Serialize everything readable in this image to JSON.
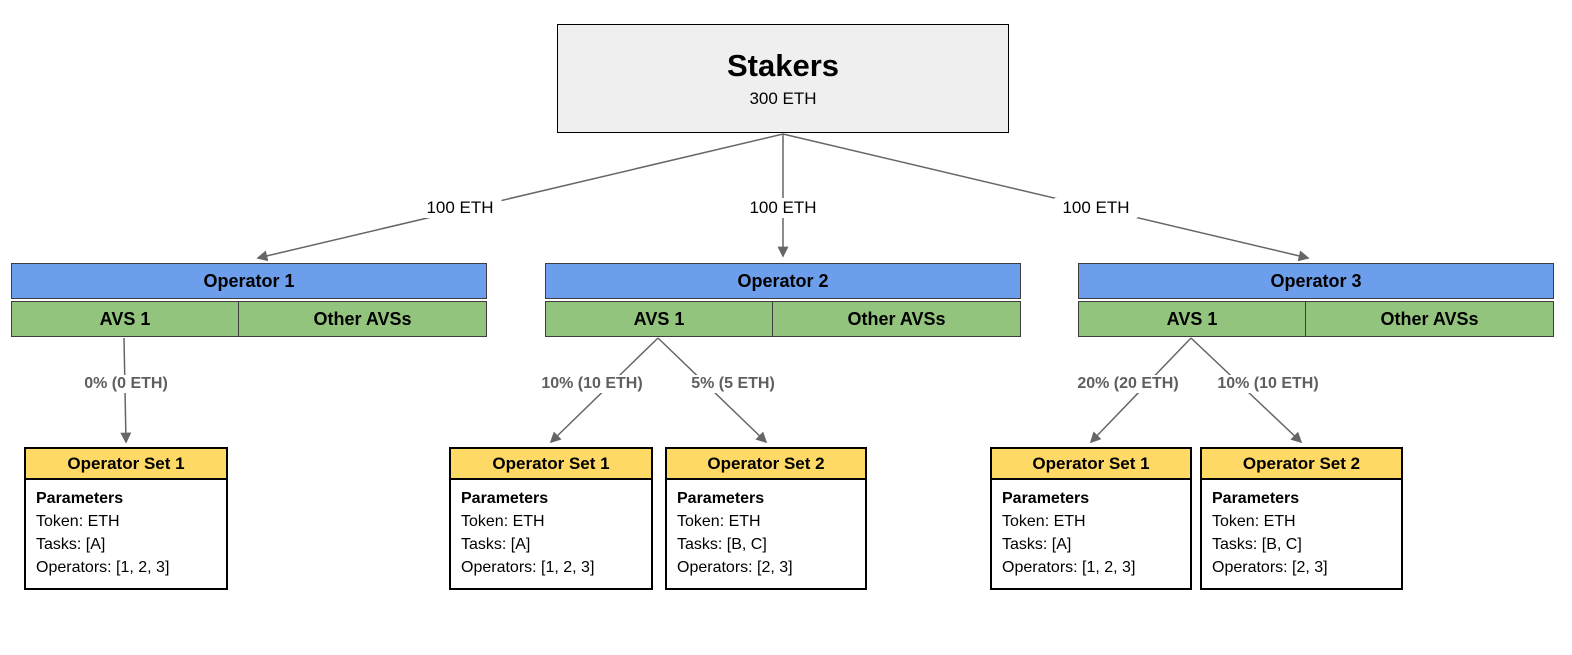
{
  "diagram": {
    "stakers": {
      "title": "Stakers",
      "amount": "300 ETH"
    },
    "branches": [
      {
        "stake_label": "100 ETH",
        "operator": {
          "title": "Operator 1",
          "avs_cell": "AVS 1",
          "other_cell": "Other AVSs"
        },
        "allocations": [
          {
            "label": "0% (0 ETH)",
            "operator_set": {
              "title": "Operator Set 1",
              "params_heading": "Parameters",
              "token": "Token: ETH",
              "tasks": "Tasks: [A]",
              "operators": "Operators: [1, 2, 3]"
            }
          }
        ]
      },
      {
        "stake_label": "100 ETH",
        "operator": {
          "title": "Operator 2",
          "avs_cell": "AVS 1",
          "other_cell": "Other AVSs"
        },
        "allocations": [
          {
            "label": "10% (10 ETH)",
            "operator_set": {
              "title": "Operator Set 1",
              "params_heading": "Parameters",
              "token": "Token: ETH",
              "tasks": "Tasks: [A]",
              "operators": "Operators: [1, 2, 3]"
            }
          },
          {
            "label": "5% (5 ETH)",
            "operator_set": {
              "title": "Operator Set 2",
              "params_heading": "Parameters",
              "token": "Token: ETH",
              "tasks": "Tasks: [B, C]",
              "operators": "Operators: [2, 3]"
            }
          }
        ]
      },
      {
        "stake_label": "100 ETH",
        "operator": {
          "title": "Operator 3",
          "avs_cell": "AVS 1",
          "other_cell": "Other AVSs"
        },
        "allocations": [
          {
            "label": "20% (20 ETH)",
            "operator_set": {
              "title": "Operator Set 1",
              "params_heading": "Parameters",
              "token": "Token: ETH",
              "tasks": "Tasks: [A]",
              "operators": "Operators: [1, 2, 3]"
            }
          },
          {
            "label": "10% (10 ETH)",
            "operator_set": {
              "title": "Operator Set 2",
              "params_heading": "Parameters",
              "token": "Token: ETH",
              "tasks": "Tasks: [B, C]",
              "operators": "Operators: [2, 3]"
            }
          }
        ]
      }
    ],
    "colors": {
      "stakers_fill": "#efefef",
      "operator_fill": "#6d9eeb",
      "avs_fill": "#93c47d",
      "set_header_fill": "#ffd966",
      "connector": "#666666"
    }
  }
}
